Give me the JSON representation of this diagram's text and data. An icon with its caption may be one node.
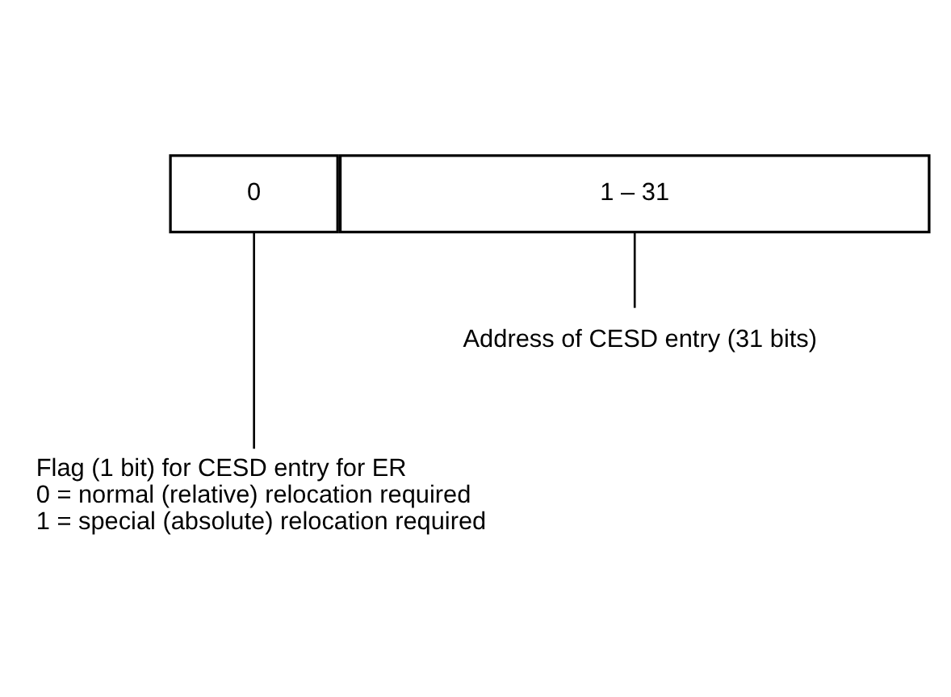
{
  "diagram": {
    "nodes": [
      {
        "text": [
          "0"
        ]
      },
      {
        "text": [
          "1 – 31"
        ]
      },
      {
        "text": [
          "Address of CESD entry (31 bits)"
        ]
      },
      {
        "text": [
          "Flag (1 bit) for CESD entry for ER",
          "0 = normal (relative) relocation required",
          "1 = special (absolute) relocation required"
        ]
      }
    ],
    "edges": [
      {
        "from": 2,
        "to": 1,
        "arrow": "none"
      },
      {
        "from": 3,
        "to": 0,
        "arrow": "none"
      }
    ]
  }
}
